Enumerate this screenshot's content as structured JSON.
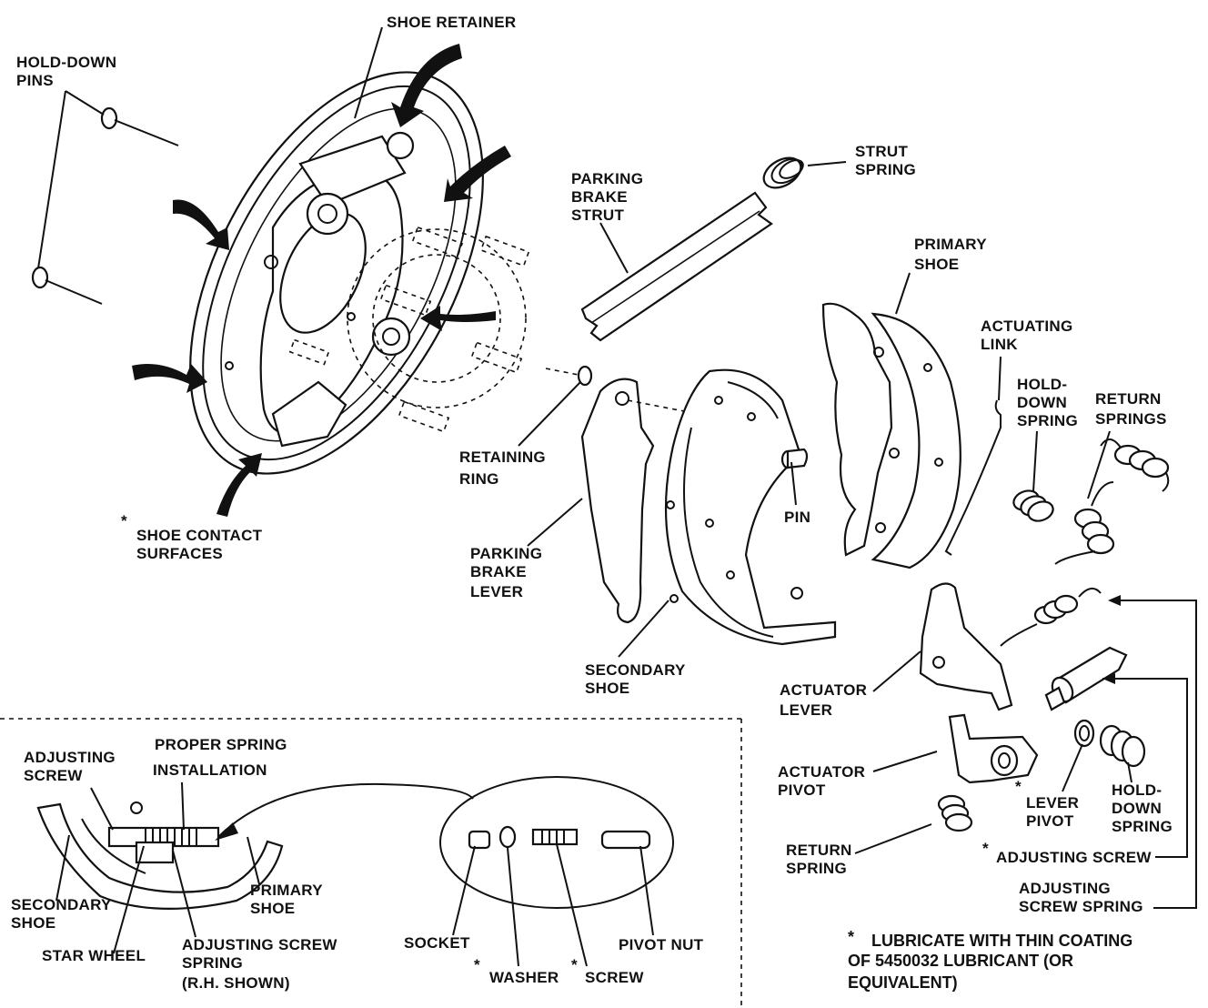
{
  "labels": {
    "hold_down_pins": [
      "HOLD-DOWN",
      "PINS"
    ],
    "shoe_retainer": "SHOE RETAINER",
    "strut_spring": [
      "STRUT",
      "SPRING"
    ],
    "parking_brake_strut": [
      "PARKING",
      "BRAKE",
      "STRUT"
    ],
    "primary_shoe_top": [
      "PRIMARY",
      "SHOE"
    ],
    "actuating_link": [
      "ACTUATING",
      "LINK"
    ],
    "hold_down_spring_top": [
      "HOLD-",
      "DOWN",
      "SPRING"
    ],
    "return_springs": [
      "RETURN",
      "SPRINGS"
    ],
    "retaining_ring": [
      "RETAINING",
      "RING"
    ],
    "pin": "PIN",
    "shoe_contact_surfaces": [
      "SHOE CONTACT",
      "SURFACES"
    ],
    "parking_brake_lever": [
      "PARKING",
      "BRAKE",
      "LEVER"
    ],
    "secondary_shoe_mid": [
      "SECONDARY",
      "SHOE"
    ],
    "actuator_lever": [
      "ACTUATOR",
      "LEVER"
    ],
    "actuator_pivot": [
      "ACTUATOR",
      "PIVOT"
    ],
    "lever_pivot": [
      "LEVER",
      "PIVOT"
    ],
    "hold_down_spring_bottom": [
      "HOLD-",
      "DOWN",
      "SPRING"
    ],
    "return_spring": [
      "RETURN",
      "SPRING"
    ],
    "adjusting_screw_right": "ADJUSTING SCREW",
    "adjusting_screw_spring_right": [
      "ADJUSTING",
      "SCREW SPRING"
    ],
    "adjusting_screw_inset": [
      "ADJUSTING",
      "SCREW"
    ],
    "proper_spring_installation": [
      "PROPER SPRING",
      "INSTALLATION"
    ],
    "secondary_shoe_inset": [
      "SECONDARY",
      "SHOE"
    ],
    "primary_shoe_inset": [
      "PRIMARY",
      "SHOE"
    ],
    "star_wheel": "STAR WHEEL",
    "adjusting_screw_spring_inset": [
      "ADJUSTING SCREW",
      "SPRING",
      "(R.H. SHOWN)"
    ],
    "socket": "SOCKET",
    "washer": "WASHER",
    "screw": "SCREW",
    "pivot_nut": "PIVOT NUT"
  },
  "asterisk": "*",
  "footnote": [
    "LUBRICATE WITH THIN COATING",
    "OF 5450032 LUBRICANT (OR",
    "EQUIVALENT)"
  ]
}
